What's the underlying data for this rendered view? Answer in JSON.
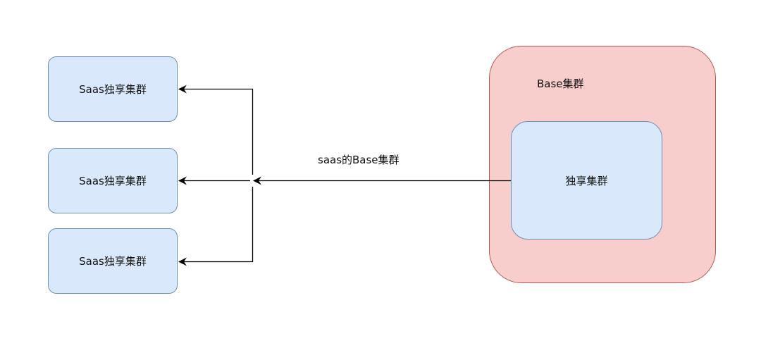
{
  "diagram": {
    "saas_clusters": [
      {
        "label": "Saas独享集群"
      },
      {
        "label": "Saas独享集群"
      },
      {
        "label": "Saas独享集群"
      }
    ],
    "base_container": {
      "label": "Base集群"
    },
    "inner_cluster": {
      "label": "独享集群"
    },
    "edge_label": "saas的Base集群",
    "colors": {
      "blue_fill": "#dae8fc",
      "blue_stroke": "#6c8ebf",
      "red_fill": "#f8cecc",
      "red_stroke": "#b85450",
      "edge": "#000000"
    }
  }
}
